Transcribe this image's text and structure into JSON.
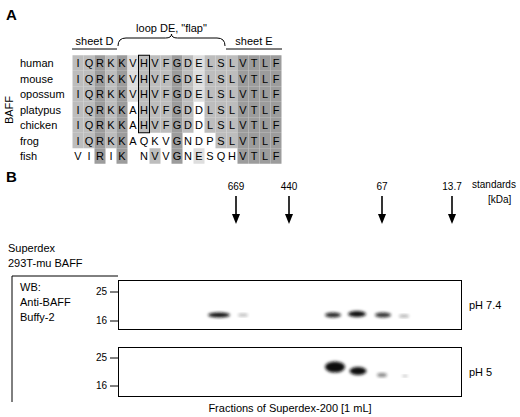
{
  "diagram": {
    "nodes": [
      {
        "text": [
          "pH 7.4"
        ]
      },
      {
        "text": [
          "pH 5"
        ]
      }
    ],
    "labels": [
      "A",
      "sheet D",
      "loop DE, \"flap\"",
      "sheet E",
      "BAFF",
      "human",
      "I",
      "Q",
      "R",
      "K",
      "K",
      "V",
      "H",
      "V",
      "F",
      "G",
      "D",
      "E",
      "L",
      "S",
      "L",
      "V",
      "T",
      "L",
      "F",
      "mouse",
      "I",
      "Q",
      "R",
      "K",
      "K",
      "V",
      "H",
      "V",
      "F",
      "G",
      "D",
      "E",
      "L",
      "S",
      "L",
      "V",
      "T",
      "L",
      "F",
      "opossum",
      "I",
      "Q",
      "R",
      "K",
      "K",
      "V",
      "H",
      "V",
      "F",
      "G",
      "D",
      "E",
      "L",
      "S",
      "L",
      "V",
      "T",
      "L",
      "F",
      "platypus",
      "I",
      "Q",
      "R",
      "K",
      "K",
      "A",
      "H",
      "V",
      "F",
      "G",
      "D",
      "D",
      "L",
      "S",
      "L",
      "V",
      "T",
      "L",
      "F",
      "chicken",
      "I",
      "Q",
      "R",
      "K",
      "K",
      "A",
      "H",
      "V",
      "F",
      "G",
      "D",
      "D",
      "L",
      "S",
      "L",
      "V",
      "T",
      "L",
      "F",
      "frog",
      "I",
      "Q",
      "R",
      "K",
      "K",
      "A",
      "Q",
      "K",
      "V",
      "G",
      "N",
      "D",
      "P",
      "S",
      "L",
      "V",
      "T",
      "L",
      "F",
      "fish",
      "V",
      "I",
      "R",
      "I",
      "K",
      "N",
      "V",
      "V",
      "G",
      "N",
      "E",
      "S",
      "Q",
      "H",
      "V",
      "T",
      "L",
      "F",
      "B",
      "Superdex",
      "293T-mu BAFF",
      "669",
      "440",
      "67",
      "13.7",
      "standards",
      "[kDa]",
      "WB:",
      "Anti-BAFF",
      "Buffy-2",
      "25",
      "16",
      "25",
      "16",
      "Fractions of Superdex-200 [1 mL]"
    ]
  }
}
